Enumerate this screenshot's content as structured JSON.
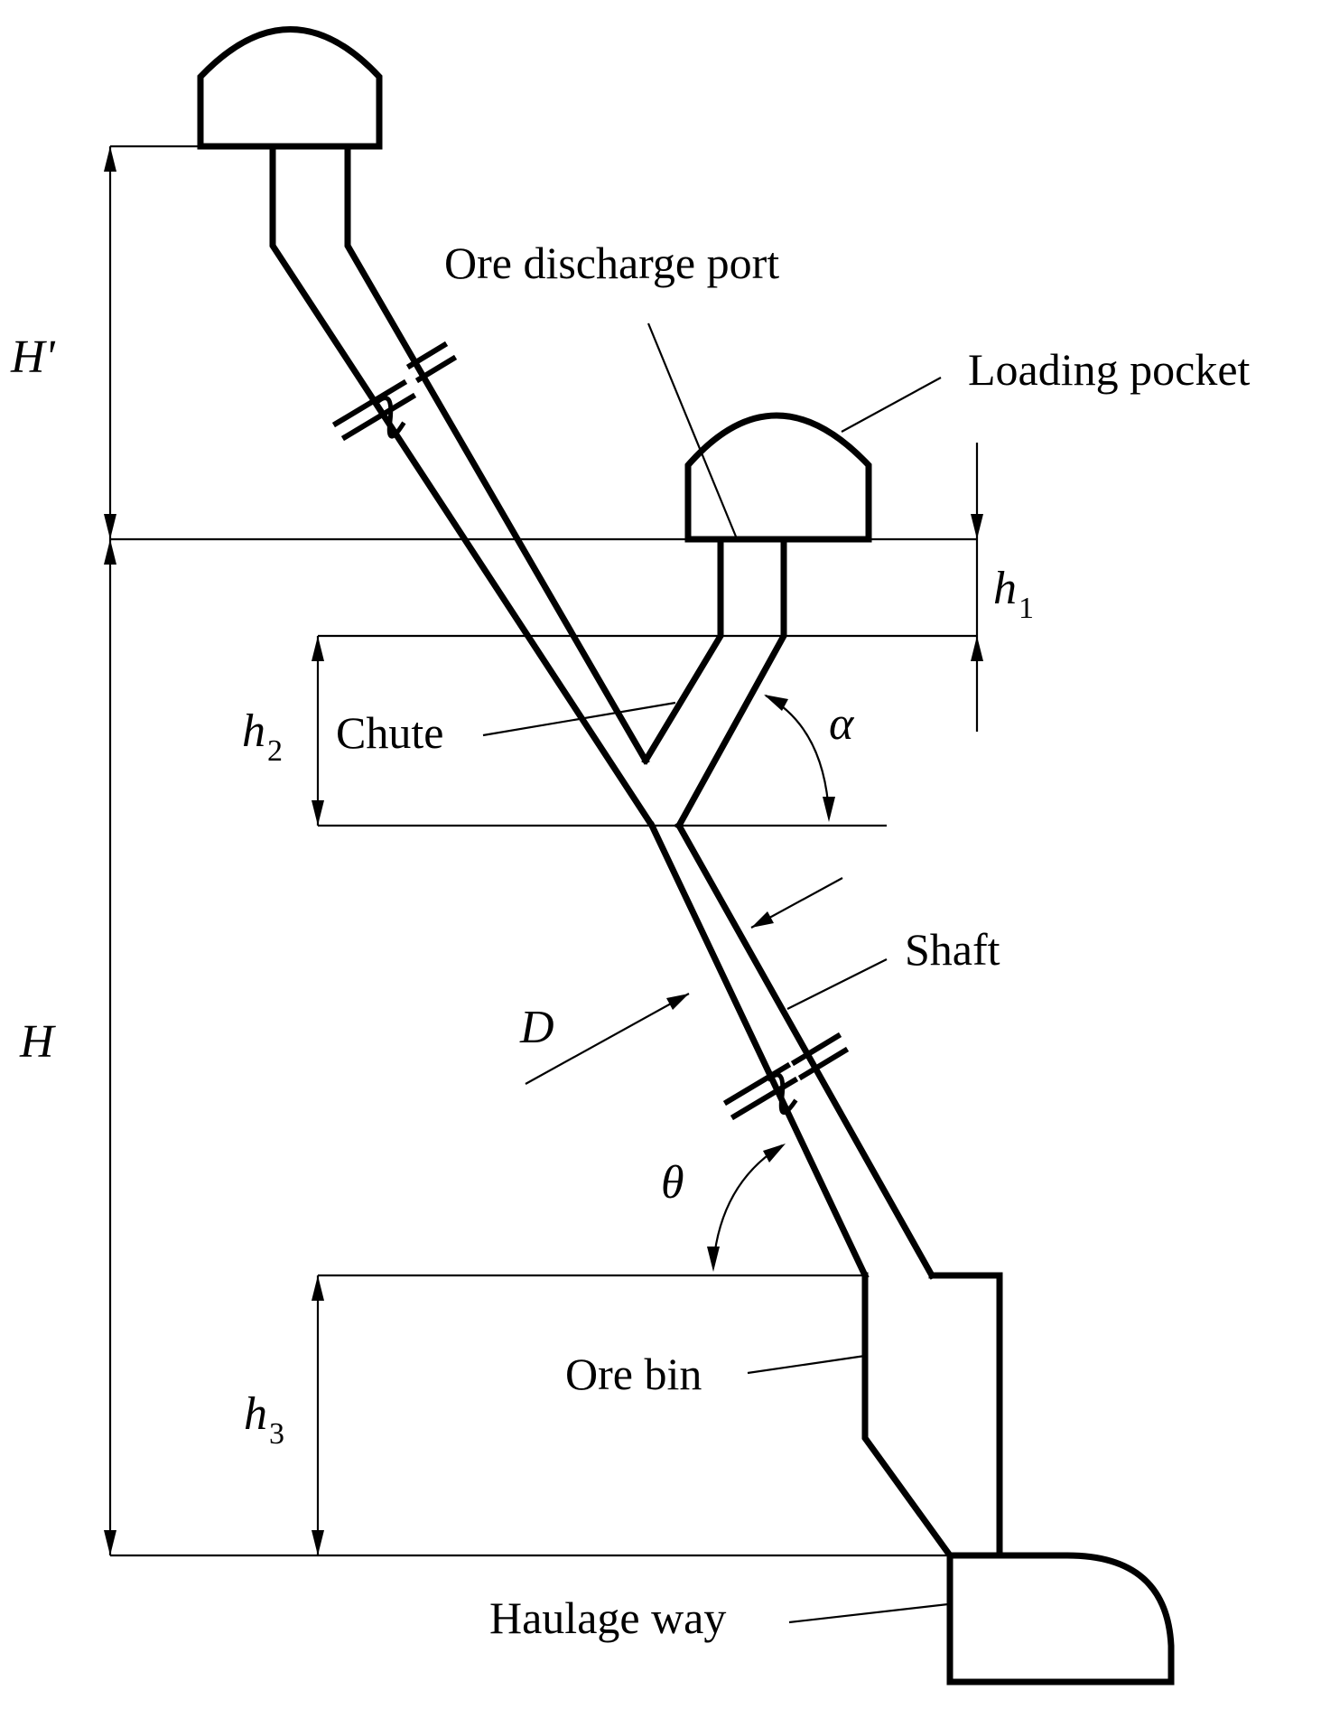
{
  "labels": {
    "ore_discharge_port": "Ore discharge port",
    "loading_pocket": "Loading pocket",
    "chute": "Chute",
    "shaft": "Shaft",
    "ore_bin": "Ore bin",
    "haulage_way": "Haulage way"
  },
  "symbols": {
    "H_prime": "H'",
    "H": "H",
    "h": "h",
    "h1_sub": "1",
    "h2_sub": "2",
    "h3_sub": "3",
    "alpha": "α",
    "theta": "θ",
    "D": "D"
  }
}
